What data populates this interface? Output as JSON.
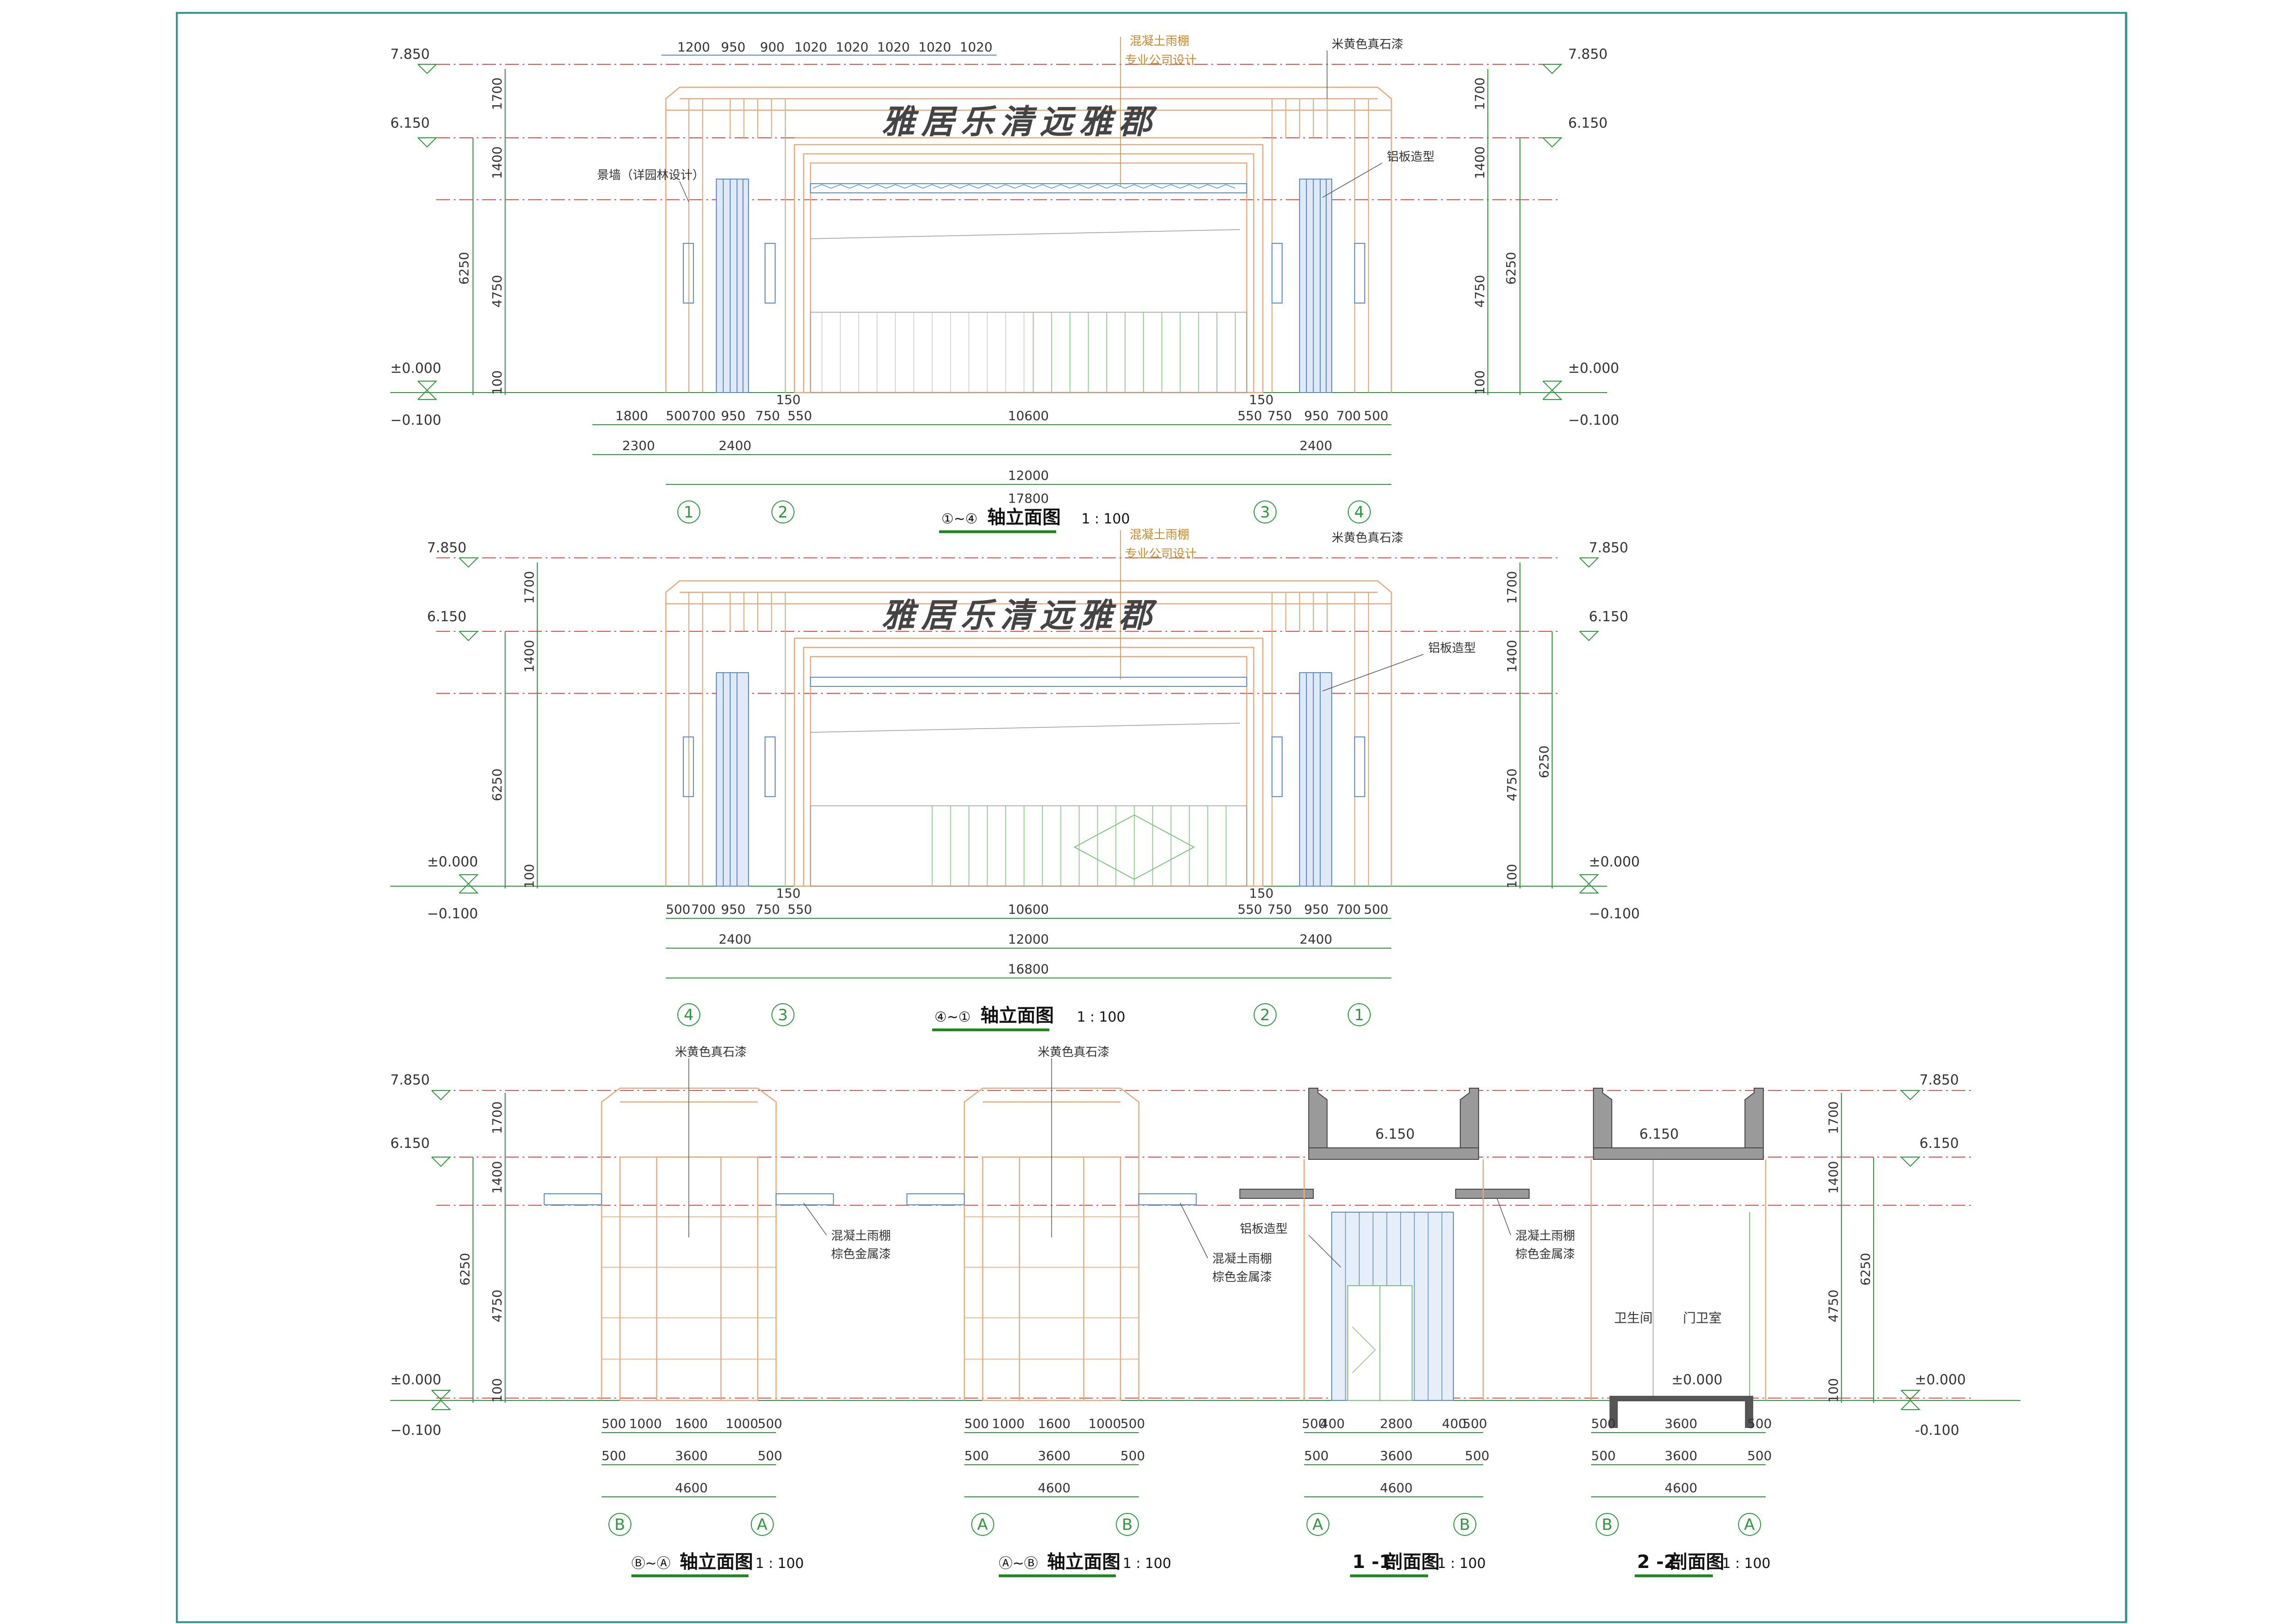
{
  "levels": {
    "top": "7.850",
    "upper": "6.150",
    "zero": "±0.000",
    "ground": "−0.100",
    "zero_alt": "±0.000",
    "ground_alt": "-0.100"
  },
  "vdims": {
    "a": "1700",
    "b": "1400",
    "c": "4750",
    "d": "100",
    "total": "6250"
  },
  "sign_text": "雅居乐清远雅郡",
  "elev1": {
    "top_dims": [
      "1200",
      "950",
      "900",
      "1020",
      "1020",
      "1020",
      "1020",
      "1020"
    ],
    "dims_row1": [
      "1800",
      "500",
      "700",
      "950",
      "750",
      "550",
      "10600",
      "550",
      "750",
      "950",
      "700",
      "500"
    ],
    "small": "150",
    "dims_row2": [
      "2300",
      "2400",
      "12000",
      "2400"
    ],
    "total": "17800",
    "axes": [
      "1",
      "2",
      "3",
      "4"
    ],
    "title": "轴立面图",
    "title_prefix": "①~④",
    "scale": "1 : 100",
    "notes": {
      "canopy": "混凝土雨棚",
      "canopy2": "专业公司设计",
      "stone": "米黄色真石漆",
      "wall": "景墙（详园林设计）",
      "alu": "铝板造型"
    }
  },
  "elev2": {
    "dims_row1": [
      "500",
      "700",
      "950",
      "750",
      "550",
      "10600",
      "550",
      "750",
      "950",
      "700",
      "500"
    ],
    "small": "150",
    "dims_row2": [
      "2400",
      "12000",
      "2400"
    ],
    "total": "16800",
    "axes": [
      "4",
      "3",
      "2",
      "1"
    ],
    "title": "轴立面图",
    "title_prefix": "④~①",
    "scale": "1 : 100",
    "notes": {
      "canopy": "混凝土雨棚",
      "canopy2": "专业公司设计",
      "stone": "米黄色真石漆",
      "alu": "铝板造型"
    }
  },
  "side": {
    "dims_a": [
      "500",
      "1000",
      "1600",
      "1000",
      "500"
    ],
    "dims_b": [
      "500",
      "3600",
      "500"
    ],
    "total": "4600",
    "sec_dims": [
      "500",
      "400",
      "2800",
      "400",
      "500"
    ],
    "sec2_dims": [
      "500",
      "3600",
      "500"
    ],
    "notes": {
      "stone": "米黄色真石漆",
      "canopy": "混凝土雨棚",
      "paint": "棕色金属漆",
      "alu": "铝板造型"
    },
    "views": [
      {
        "prefix": "Ⓑ~Ⓐ",
        "title": "轴立面图",
        "scale": "1 : 100",
        "axes": [
          "B",
          "A"
        ]
      },
      {
        "prefix": "Ⓐ~Ⓑ",
        "title": "轴立面图",
        "scale": "1 : 100",
        "axes": [
          "A",
          "B"
        ]
      },
      {
        "prefix": "1 -1",
        "title": "剖面图",
        "scale": "1 : 100",
        "axes": [
          "A",
          "B"
        ]
      },
      {
        "prefix": "2 -2",
        "title": "剖面图",
        "scale": "1 : 100",
        "axes": [
          "B",
          "A"
        ]
      }
    ],
    "rooms": {
      "wc": "卫生间",
      "guard": "门卫室"
    },
    "sec_level": "6.150",
    "sec_zero": "±0.000"
  },
  "colors": {
    "frame": "#2a9a8a",
    "facade": "#e8a878",
    "panel": "#5a8ad0",
    "green": "#7cc37c",
    "dim": "#2a9a3a",
    "red": "#e05050",
    "gray": "#888888"
  }
}
